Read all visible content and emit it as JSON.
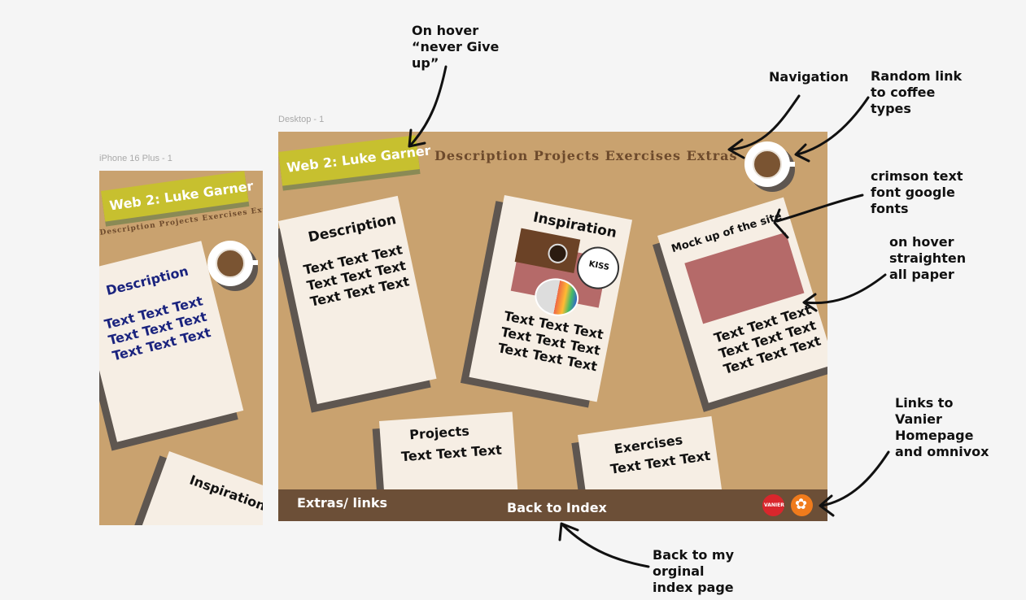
{
  "frames": {
    "mobile_label": "iPhone 16 Plus - 1",
    "desktop_label": "Desktop - 1"
  },
  "mobile": {
    "banner": "Web 2: Luke Garner",
    "nav": "Description Projects Exercises Extras",
    "description_title": "Description",
    "description_text": "Text Text Text\nText Text Text\nText Text Text",
    "inspiration_title": "Inspiration"
  },
  "desktop": {
    "banner": "Web 2: Luke Garner",
    "nav": "Description Projects Exercises Extras",
    "description": {
      "title": "Description",
      "text": "Text Text Text\nText Text Text\nText Text Text"
    },
    "inspiration": {
      "title": "Inspiration",
      "text": "Text Text Text\nText Text Text\nText Text Text",
      "badge": "KISS"
    },
    "mockup": {
      "title": "Mock up of the site",
      "text": "Text Text Text\nText Text Text\nText Text Text"
    },
    "projects": {
      "title": "Projects",
      "text": "Text Text Text"
    },
    "exercises": {
      "title": "Exercises",
      "text": "Text Text Text"
    },
    "footer": {
      "extras": "Extras/ links",
      "back": "Back to Index",
      "vanier": "VANIER"
    }
  },
  "annotations": {
    "hover_never_give_up": "On hover\n“never Give\nup”",
    "navigation": "Navigation",
    "random_link": "Random link\nto coffee\ntypes",
    "crimson": "crimson text\nfont google\nfonts",
    "straighten": "on hover\nstraighten\nall paper",
    "links": "Links to\nVanier\nHomepage\nand omnivox",
    "back_to": "Back to my\norginal\nindex page"
  },
  "colors": {
    "canvas": "#f5f5f5",
    "frame_bg": "#c9a26f",
    "paper": "#f6eee4",
    "shadow": "#5e5650",
    "banner": "#c7c02f",
    "nav_text": "#6d4a2c",
    "footer": "#6c4f37",
    "mock_image": "#b56a69",
    "mobile_text": "#1a237e",
    "vanier_red": "#d9262c",
    "omnivox_orange": "#f07b1c"
  }
}
